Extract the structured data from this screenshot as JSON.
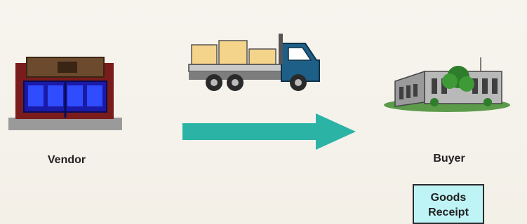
{
  "diagram": {
    "vendor": {
      "label": "Vendor",
      "icon": "store-icon"
    },
    "buyer": {
      "label": "Buyer",
      "icon": "warehouse-building-icon"
    },
    "transport": {
      "icon": "delivery-truck-icon"
    },
    "flow": {
      "icon": "right-arrow-icon",
      "color": "#2bb3a6"
    },
    "receipt": {
      "line1": "Goods",
      "line2": "Receipt",
      "fill": "#bff4f6"
    }
  }
}
